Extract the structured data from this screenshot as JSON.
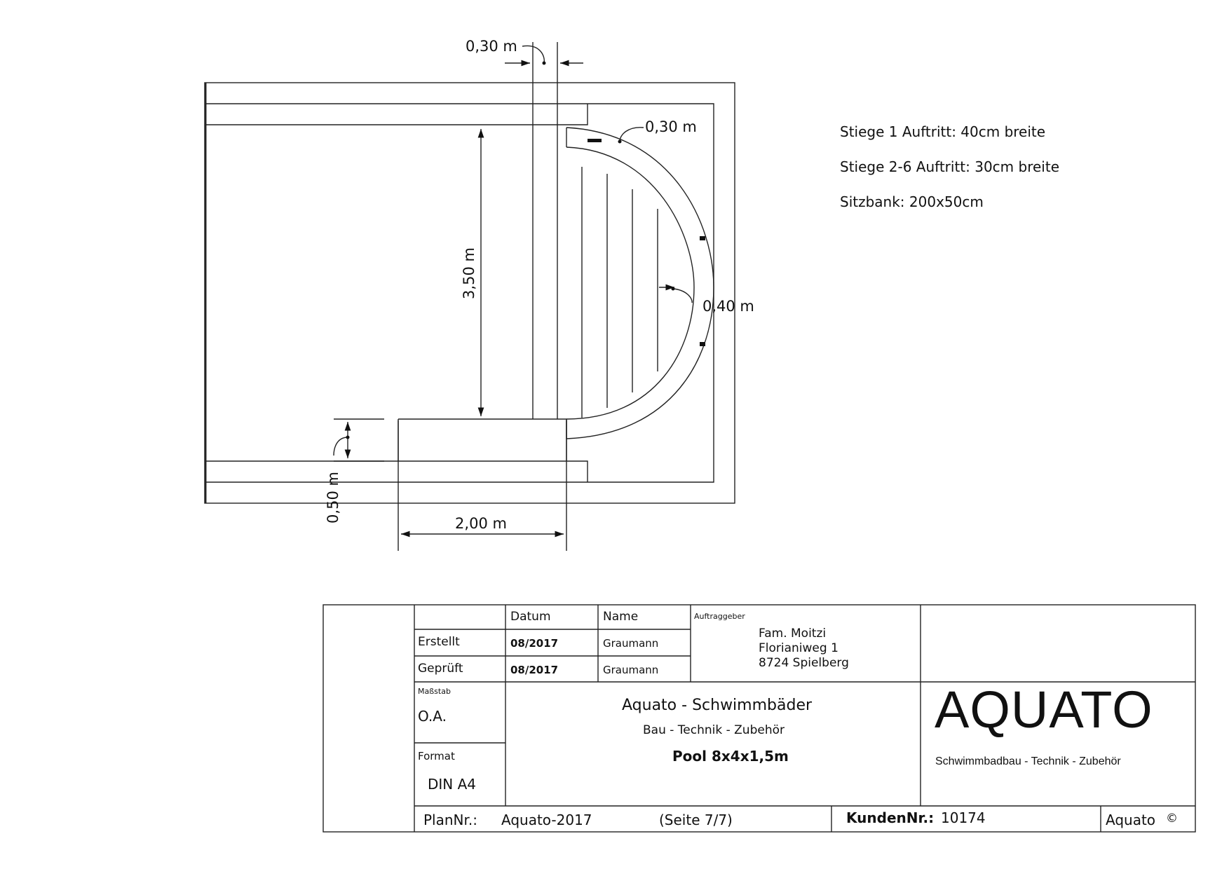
{
  "dimensions": {
    "top_gap": "0,30 m",
    "step_gap": "0,30 m",
    "depth": "3,50 m",
    "bench_depth": "0,50 m",
    "bench_width": "2,00 m",
    "ring_width": "0,40 m"
  },
  "notes": [
    "Stiege 1 Auftritt: 40cm breite",
    "Stiege 2-6 Auftritt: 30cm breite",
    "Sitzbank: 200x50cm"
  ],
  "title_block": {
    "col_date": "Datum",
    "col_name": "Name",
    "created_label": "Erstellt",
    "created_date": "08/2017",
    "created_name": "Graumann",
    "checked_label": "Geprüft",
    "checked_date": "08/2017",
    "checked_name": "Graumann",
    "client_label": "Auftraggeber",
    "client_line1": "Fam. Moitzi",
    "client_line2": "Florianiweg 1",
    "client_line3": "8724 Spielberg",
    "scale_label": "Maßstab",
    "scale_value": "O.A.",
    "format_label": "Format",
    "format_value": "DIN A4",
    "company_title": "Aquato - Schwimmbäder",
    "company_sub": "Bau - Technik - Zubehör",
    "drawing_title": "Pool 8x4x1,5m",
    "logo_text": "AQUATO",
    "logo_tagline": "Schwimmbadbau - Technik - Zubehör",
    "plan_label": "PlanNr.:",
    "plan_value": "Aquato-2017",
    "page_info": "(Seite 7/7)",
    "customer_label": "KundenNr.:",
    "customer_value": "10174",
    "copyright_name": "Aquato",
    "copyright_symbol": "©"
  }
}
